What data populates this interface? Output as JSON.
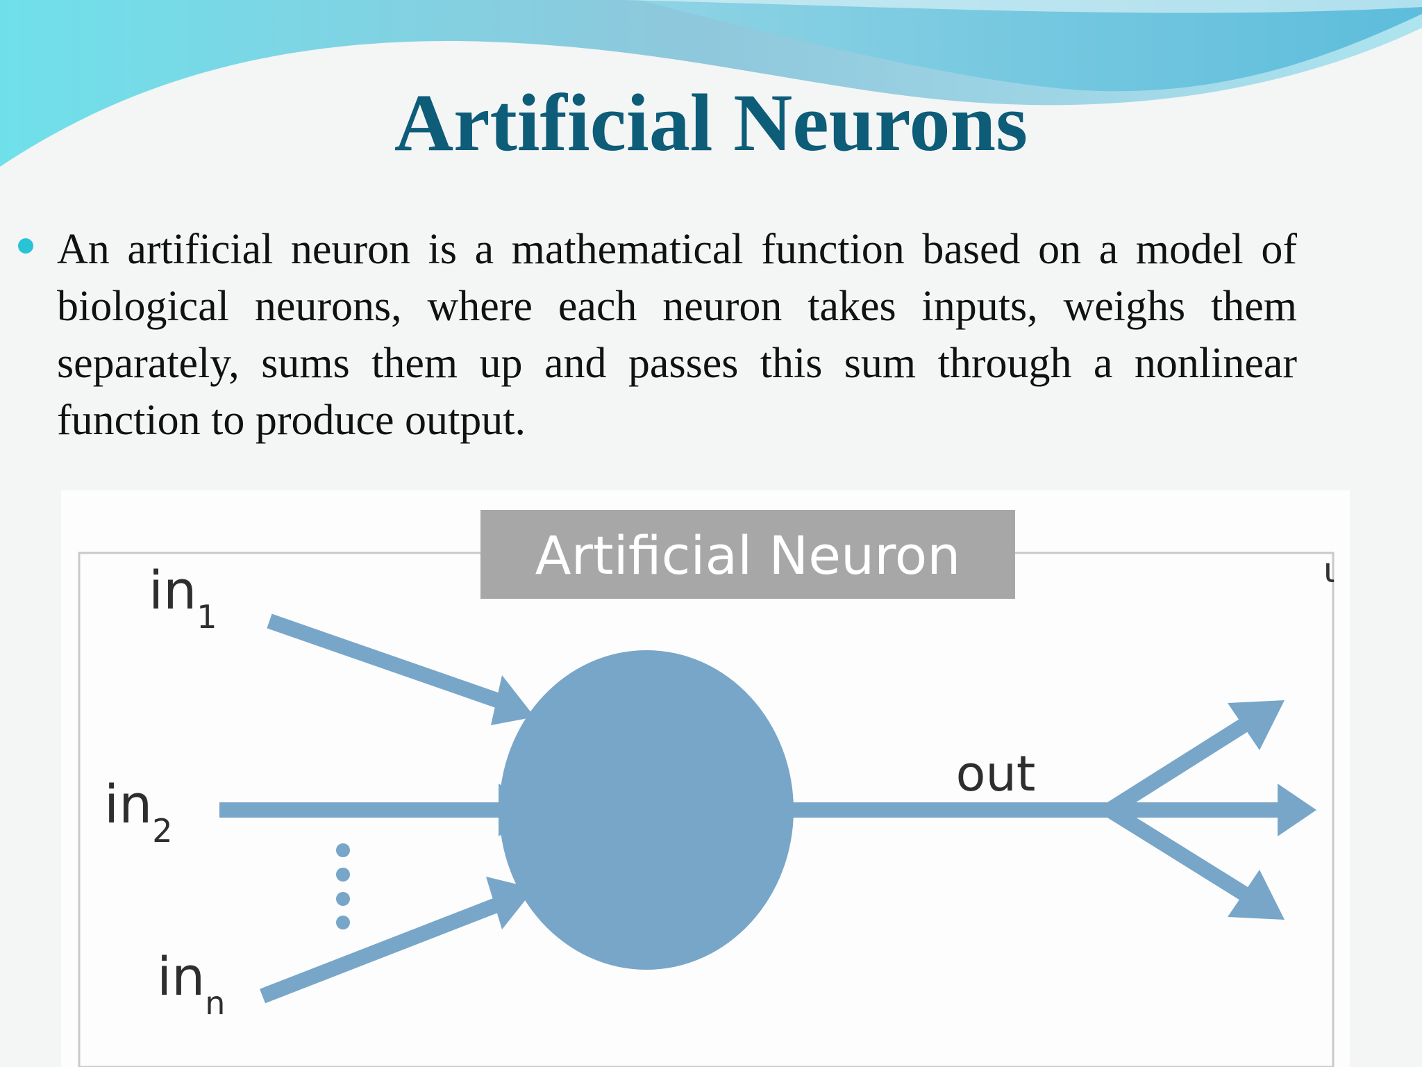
{
  "slide": {
    "title": "Artificial Neurons",
    "bullet": "An artificial neuron is a mathematical function based on a model of biological neurons, where each neuron takes inputs, weighs them separately, sums them up and passes this sum through a nonlinear function to produce output."
  },
  "diagram": {
    "heading": "Artificial Neuron",
    "inputs": [
      {
        "base": "in",
        "sub": "1"
      },
      {
        "base": "in",
        "sub": "2"
      },
      {
        "base": "in",
        "sub": "n"
      }
    ],
    "output_label": "out",
    "corner_glyph": "ι",
    "colors": {
      "neuron": "#78a6c9",
      "heading_bg": "#a7a7a7",
      "title": "#0d5c78",
      "bullet": "#29c3d6"
    }
  }
}
